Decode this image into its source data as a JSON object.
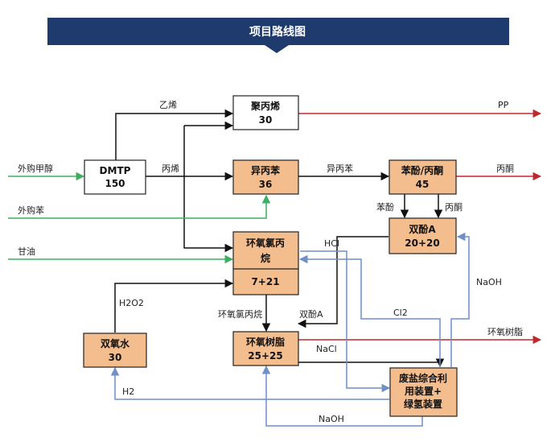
{
  "banner": {
    "title": "项目路线图",
    "color": "#1f3b6e"
  },
  "colors": {
    "black_line": "#111111",
    "green_line": "#3dae5f",
    "red_line": "#c0282e",
    "blue_line": "#6f8fc9",
    "orange_box": "#f4bd8e",
    "white_box": "#ffffff"
  },
  "nodes": {
    "dmtp": {
      "lines": [
        "DMTP",
        "150"
      ]
    },
    "pp_unit": {
      "lines": [
        "聚丙烯",
        "30"
      ]
    },
    "cumene": {
      "lines": [
        "异丙苯",
        "36"
      ]
    },
    "phenol": {
      "lines": [
        "苯酚/丙酮",
        "45"
      ]
    },
    "bpa": {
      "lines": [
        "双酚A",
        "20+20"
      ]
    },
    "ech": {
      "lines": [
        "环氧氯丙",
        "烷",
        "7+21"
      ]
    },
    "h2o2": {
      "lines": [
        "双氧水",
        "30"
      ]
    },
    "epoxy": {
      "lines": [
        "环氧树脂",
        "25+25"
      ]
    },
    "waste": {
      "lines": [
        "废盐综合利",
        "用装置+",
        "绿氢装置"
      ]
    }
  },
  "inputs": {
    "methanol": "外购甲醇",
    "benzene": "外购苯",
    "glycerol": "甘油"
  },
  "outputs": {
    "pp": "PP",
    "acetone": "丙酮",
    "epoxy_resin": "环氧树脂"
  },
  "flow_labels": {
    "ethylene": "乙烯",
    "propylene": "丙烯",
    "cumene": "异丙苯",
    "phenol": "苯酚",
    "acetone": "丙酮",
    "hcl": "HCl",
    "naoh_right": "NaOH",
    "h2o2": "H2O2",
    "ech": "环氧氯丙烷",
    "bpa": "双酚A",
    "cl2": "Cl2",
    "nacl": "NaCl",
    "h2": "H2",
    "naoh_bottom": "NaOH"
  }
}
